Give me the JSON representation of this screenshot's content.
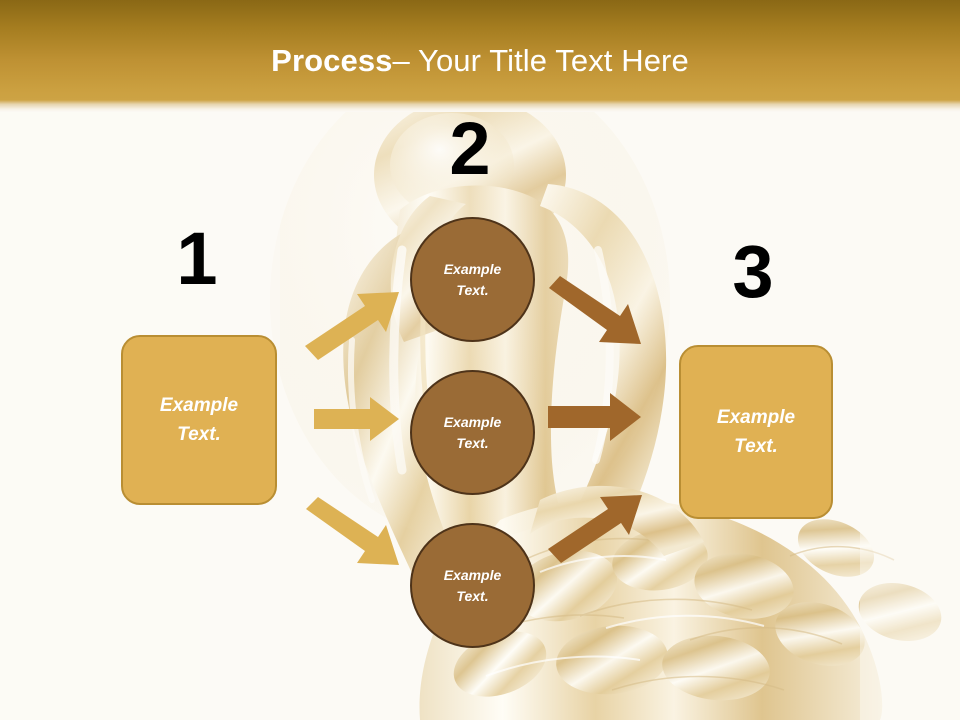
{
  "slide": {
    "background_color": "#FCFAF5",
    "background_art": "golden-metallic-thinker-brain-figure"
  },
  "header": {
    "title_bold": "Process",
    "title_rest": " – Your Title Text Here",
    "text_color": "#FFFFFF",
    "gradient_top": "#8A6815",
    "gradient_bottom": "#CDA344"
  },
  "steps": {
    "numbers": [
      {
        "label": "1",
        "name": "step-number-1"
      },
      {
        "label": "2",
        "name": "step-number-2"
      },
      {
        "label": "3",
        "name": "step-number-3"
      }
    ]
  },
  "boxes": {
    "fill": "#E0B153",
    "border": "#B98E33",
    "text_color": "#FFFFFF",
    "left": {
      "line1": "Example",
      "line2": "Text."
    },
    "right": {
      "line1": "Example",
      "line2": "Text."
    }
  },
  "circles": {
    "fill": "#9A6B36",
    "border": "#4E3319",
    "text_color": "#FFFFFF",
    "items": [
      {
        "line1": "Example",
        "line2": "Text."
      },
      {
        "line1": "Example",
        "line2": "Text."
      },
      {
        "line1": "Example",
        "line2": "Text."
      }
    ]
  },
  "arrows": {
    "gold_color": "#DDB254",
    "brown_color": "#A0672B",
    "items": [
      {
        "name": "arrow-left-to-top-circle",
        "direction": "up-right",
        "color": "#DDB254"
      },
      {
        "name": "arrow-left-to-middle-circle",
        "direction": "right",
        "color": "#DDB254"
      },
      {
        "name": "arrow-left-to-bottom-circle",
        "direction": "down-right",
        "color": "#DDB254"
      },
      {
        "name": "arrow-top-circle-to-right",
        "direction": "down-right",
        "color": "#A0672B"
      },
      {
        "name": "arrow-middle-circle-to-right",
        "direction": "right",
        "color": "#A0672B"
      },
      {
        "name": "arrow-bottom-circle-to-right",
        "direction": "up-right",
        "color": "#A0672B"
      }
    ]
  }
}
